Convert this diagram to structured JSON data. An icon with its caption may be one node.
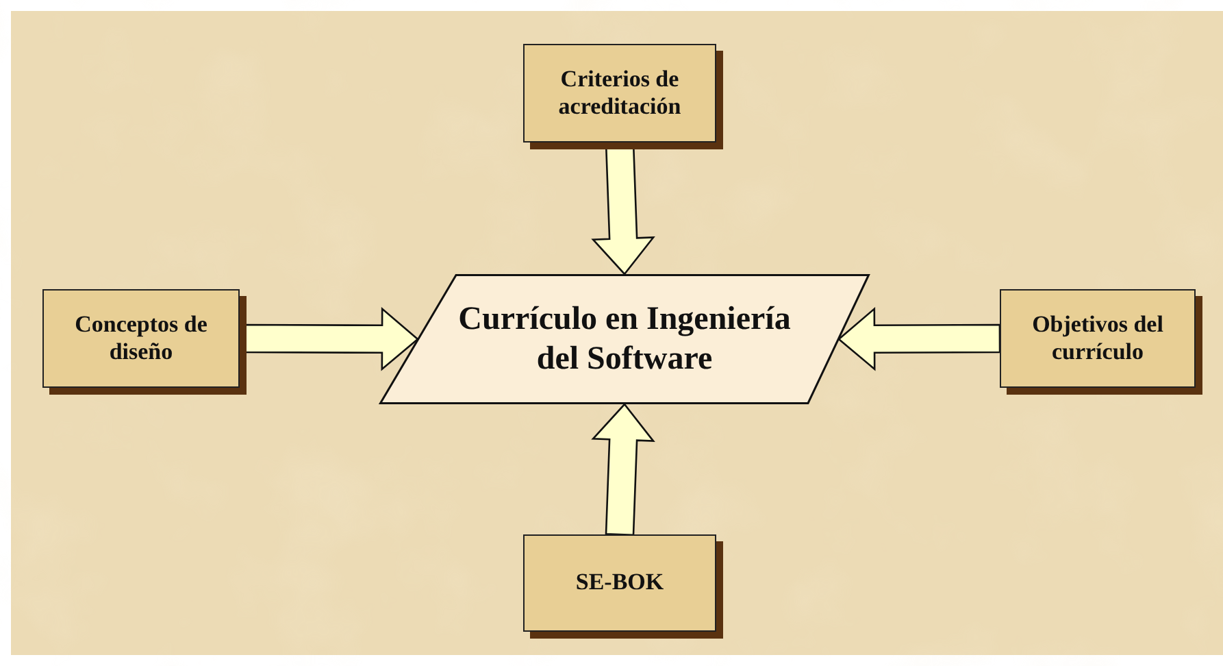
{
  "diagram": {
    "nodes": [
      {
        "text": [
          "Currículo en Ingeniería del Software"
        ]
      },
      {
        "text": [
          "Criterios de acreditación"
        ]
      },
      {
        "text": [
          "Conceptos de diseño"
        ]
      },
      {
        "text": [
          "Objetivos del currículo"
        ]
      },
      {
        "text": [
          "SE-BOK"
        ]
      }
    ],
    "edges": [
      {
        "from": 1,
        "to": 0,
        "arrow": "to"
      },
      {
        "from": 2,
        "to": 0,
        "arrow": "to"
      },
      {
        "from": 3,
        "to": 0,
        "arrow": "to"
      },
      {
        "from": 4,
        "to": 0,
        "arrow": "to"
      }
    ]
  }
}
